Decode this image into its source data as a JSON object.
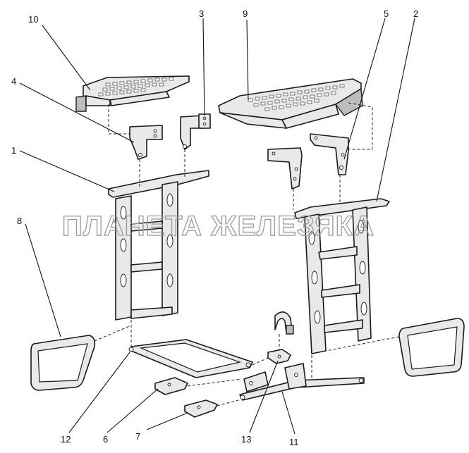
{
  "watermark": "ПЛАНЕТА ЖЕЛЕЗЯКА",
  "callouts": {
    "c1": "1",
    "c2": "2",
    "c3": "3",
    "c4": "4",
    "c5": "5",
    "c6": "6",
    "c7": "7",
    "c8": "8",
    "c9": "9",
    "c10": "10",
    "c11": "11",
    "c12": "12",
    "c13": "13"
  }
}
